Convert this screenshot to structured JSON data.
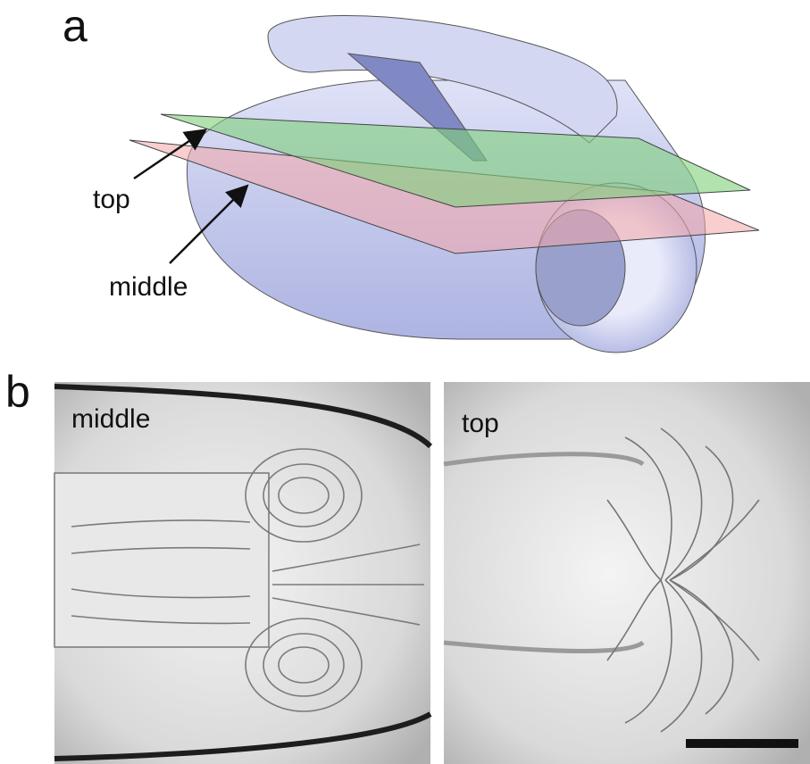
{
  "panel_a": {
    "letter": "a",
    "labels": {
      "top": "top",
      "middle": "middle"
    }
  },
  "panel_b": {
    "letter": "b",
    "images": [
      {
        "label": "middle"
      },
      {
        "label": "top"
      }
    ],
    "scale_bar": true
  },
  "colors": {
    "body": "#c8cdee",
    "plane_top": "#7fd07a",
    "plane_middle": "#f4a6a8",
    "stream": "#6b6b6b"
  }
}
